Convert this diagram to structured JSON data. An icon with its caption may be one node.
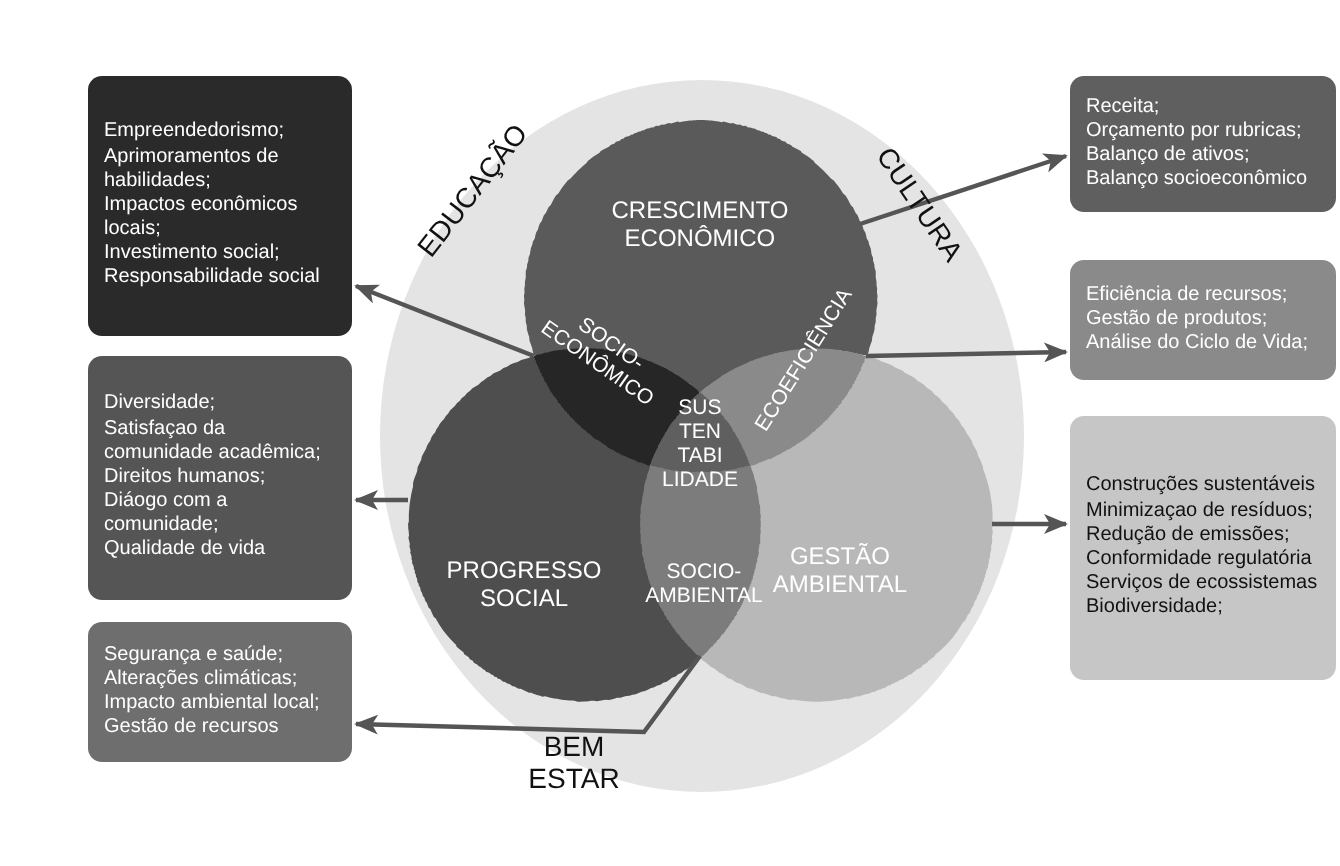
{
  "diagram": {
    "nodes": [
      {
        "text": [
          "EDUCAÇÃO",
          "CULTURA",
          "BEM ESTAR"
        ]
      },
      {
        "text": [
          "CRESCIMENTO ECONÔMICO"
        ],
        "in": 0
      },
      {
        "text": [
          "PROGRESSO SOCIAL"
        ],
        "in": 0
      },
      {
        "text": [
          "GESTÃO AMBIENTAL"
        ],
        "in": 0
      },
      {
        "text": [
          "SOCIO- ECONÔMICO"
        ],
        "in": 0
      },
      {
        "text": [
          "ECOEFICIÊNCIA"
        ],
        "in": 0
      },
      {
        "text": [
          "SUS TEN TABI LIDADE"
        ],
        "in": 0
      },
      {
        "text": [
          "SOCIO- AMBIENTAL"
        ],
        "in": 0
      },
      {
        "text": [
          "Empreendedorismo;",
          "Aprimoramentos de habilidades;",
          "Impactos econômicos locais;",
          "Investimento social;",
          "Responsabilidade social"
        ]
      },
      {
        "text": [
          "Diversidade;",
          "Satisfaçao da comunidade acadêmica;",
          "Direitos humanos;",
          "Diáogo com a comunidade;",
          "Qualidade de vida"
        ]
      },
      {
        "text": [
          "Segurança e saúde;",
          "Alterações climáticas;",
          "Impacto ambiental local;",
          "Gestão de recursos"
        ]
      },
      {
        "text": [
          "Receita;",
          "Orçamento por rubricas;",
          "Balanço de ativos;",
          "Balanço socioeconômico"
        ]
      },
      {
        "text": [
          "Eficiência de recursos;",
          "Gestão de produtos;",
          "Análise do Ciclo de Vida;"
        ]
      },
      {
        "text": [
          "Construções sustentáveis",
          "Minimizaçao de resíduos;",
          "Redução de emissões;",
          "Conformidade regulatória",
          "Serviços de ecossistemas",
          "Biodiversidade;"
        ]
      }
    ],
    "edges": [
      {
        "from": 1,
        "to": 11,
        "arrow": "to"
      },
      {
        "from": 4,
        "to": 8,
        "arrow": "to"
      },
      {
        "from": 2,
        "to": 9,
        "arrow": "to"
      },
      {
        "from": 5,
        "to": 12,
        "arrow": "to"
      },
      {
        "from": 3,
        "to": 13,
        "arrow": "to"
      },
      {
        "from": 7,
        "to": 10,
        "arrow": "to"
      }
    ]
  }
}
